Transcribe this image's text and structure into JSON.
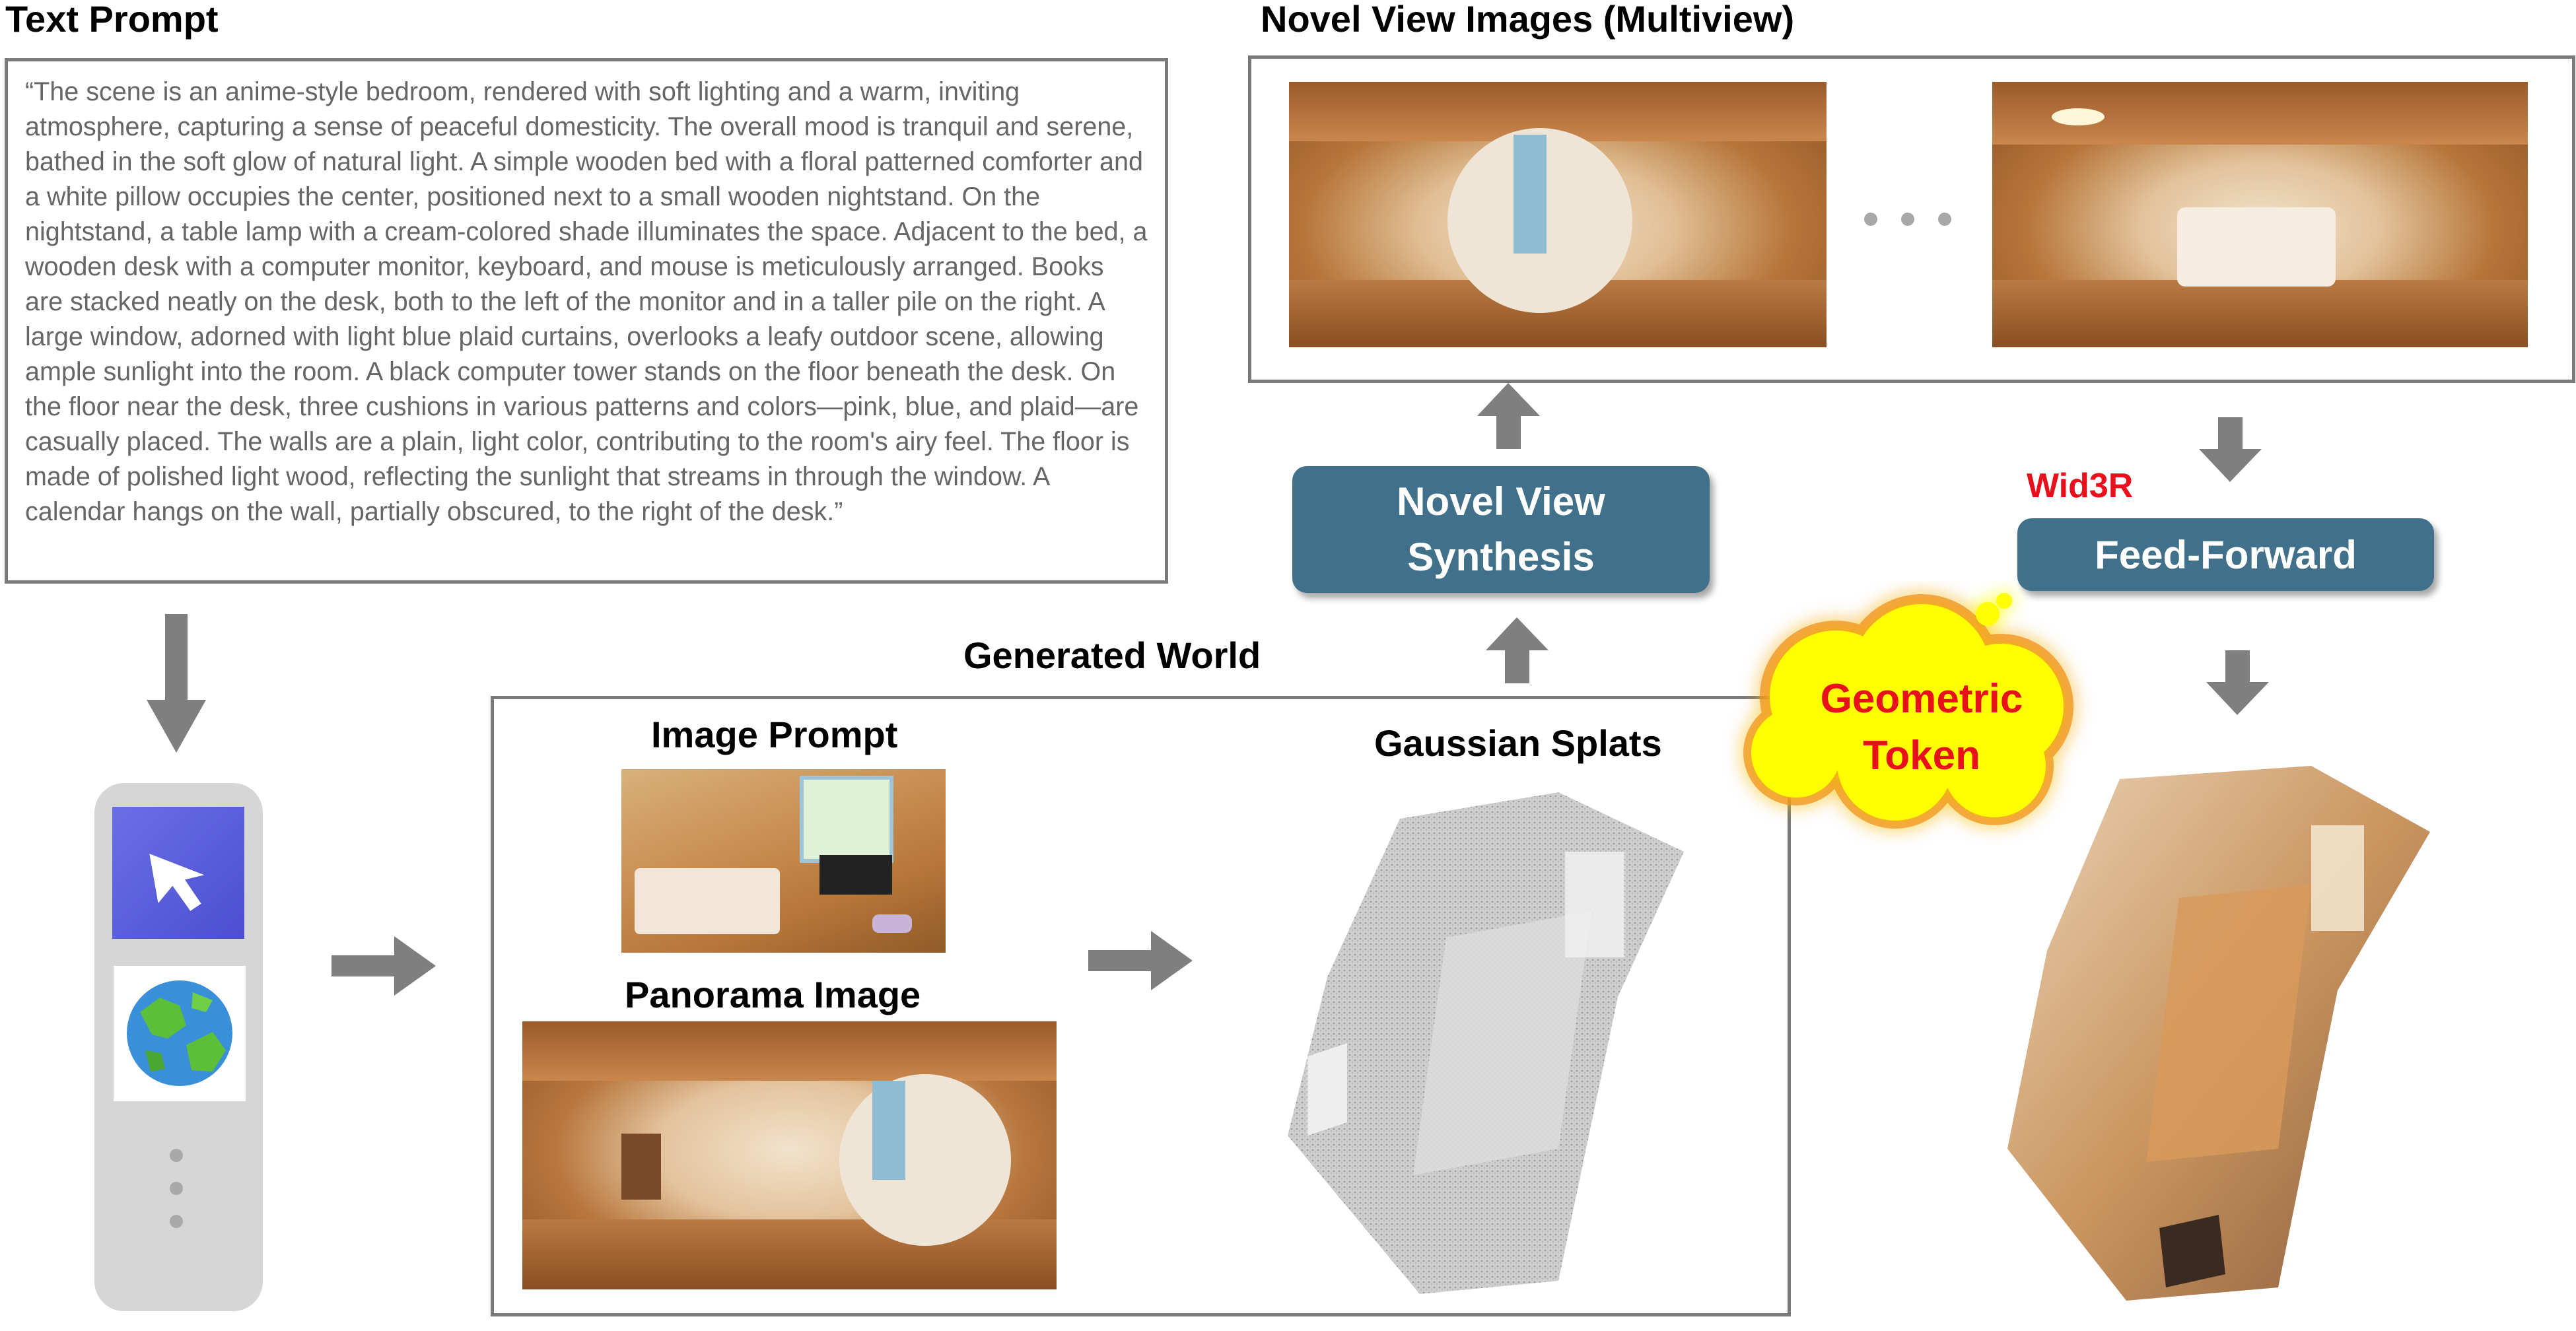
{
  "headings": {
    "text_prompt": "Text Prompt",
    "novel_view_images": "Novel View Images (Multiview)",
    "generated_world": "Generated World",
    "image_prompt": "Image Prompt",
    "panorama_image": "Panorama  Image",
    "gaussian_splats": "Gaussian Splats"
  },
  "prompt_text": "“The scene is an anime-style bedroom, rendered with soft lighting and a warm, inviting atmosphere, capturing a sense of peaceful domesticity. The overall mood is tranquil and serene, bathed in the soft glow of natural light. A simple wooden bed with a floral patterned comforter and a white pillow occupies the center, positioned next to a small wooden nightstand. On the nightstand, a table lamp with a cream-colored shade illuminates the space. Adjacent to the bed, a wooden desk with a computer monitor, keyboard, and mouse is meticulously arranged. Books are stacked neatly on the desk, both to the left of the monitor and in a taller pile on the right. A large window, adorned with light blue plaid curtains, overlooks a leafy outdoor scene, allowing ample sunlight into the room. A black computer tower stands on the floor beneath the desk. On the floor near the desk, three cushions in various patterns and colors—pink, blue, and plaid—are casually placed. The walls are a plain, light color, contributing to the room's airy feel. The floor is made of polished light wood, reflecting the sunlight that streams in through the window. A calendar hangs on the wall, partially obscured, to the right of the desk.”",
  "buttons": {
    "novel_view_synthesis": "Novel View Synthesis",
    "feed_forward": "Feed-Forward"
  },
  "labels": {
    "wid3r": "Wid3R",
    "geometric_token": "Geometric Token"
  },
  "colors": {
    "button": "#41708a",
    "red_label": "#e8101a",
    "cloud": "#ffff00",
    "arrow": "#7f7f7f",
    "border": "#7a7a7a"
  },
  "icons": [
    "app-logo-icon",
    "globe-icon"
  ]
}
